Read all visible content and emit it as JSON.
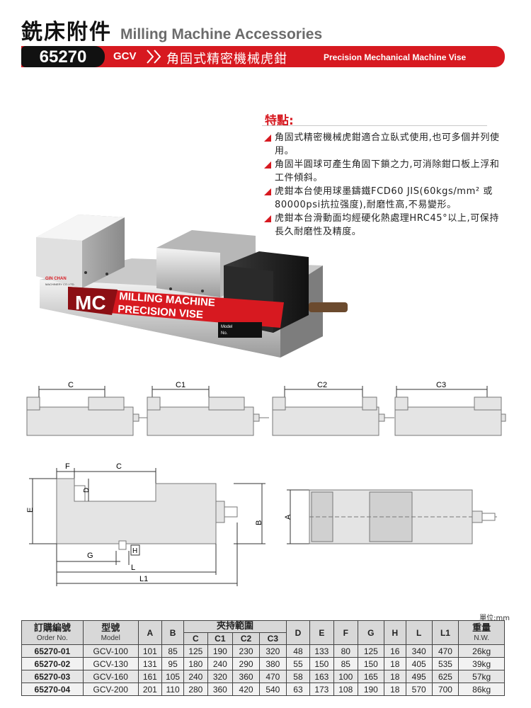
{
  "header": {
    "title_cn": "銑床附件",
    "title_en": "Milling Machine Accessories",
    "order_no": "65270",
    "series": "GCV",
    "product_cn": "角固式精密機械虎鉗",
    "product_en": "Precision Mechanical Machine Vise"
  },
  "colors": {
    "accent_red": "#d71920",
    "banner_black": "#111111",
    "header_gray": "#d8d8d8"
  },
  "features": {
    "title": "特點:",
    "items": [
      "角固式精密機械虎鉗適合立臥式使用,也可多個并列使用。",
      "角固半圓球可產生角固下鎖之力,可消除鉗口板上浮和工件傾斜。",
      "虎鉗本台使用球墨鑄鐵FCD60 JIS(60kgs/mm² 或80000psi抗拉强度),耐磨性高,不易變形。",
      "虎鉗本台滑動面均經硬化熱處理HRC45°以上,可保持長久耐磨性及精度。"
    ]
  },
  "photo": {
    "brand": "GIN CHAN",
    "brand_sub": "MACHINERY CO.,LTD.",
    "badge": "MC",
    "line1": "MILLING MACHINE",
    "line2": "PRECISION VISE",
    "plate_model": "Model",
    "plate_no": "No."
  },
  "diagrams": {
    "clamp_labels": [
      "C",
      "C1",
      "C2",
      "C3"
    ],
    "side_labels": {
      "F": "F",
      "C": "C",
      "D": "D",
      "E": "E",
      "G": "G",
      "H": "H",
      "L": "L",
      "L1": "L1",
      "B": "B"
    },
    "top_label": "A"
  },
  "table": {
    "unit": "單位:mm",
    "header": {
      "order_cn": "訂購編號",
      "order_en": "Order No.",
      "model_cn": "型號",
      "model_en": "Model",
      "clamp_cn": "夾持範圍",
      "weight_cn": "重量",
      "weight_en": "N.W.",
      "cols_ab": [
        "A",
        "B"
      ],
      "cols_clamp": [
        "C",
        "C1",
        "C2",
        "C3"
      ],
      "cols_rest": [
        "D",
        "E",
        "F",
        "G",
        "H",
        "L",
        "L1"
      ]
    },
    "rows": [
      [
        "65270-01",
        "GCV-100",
        "101",
        "85",
        "125",
        "190",
        "230",
        "320",
        "48",
        "133",
        "80",
        "125",
        "16",
        "340",
        "470",
        "26kg"
      ],
      [
        "65270-02",
        "GCV-130",
        "131",
        "95",
        "180",
        "240",
        "290",
        "380",
        "55",
        "150",
        "85",
        "150",
        "18",
        "405",
        "535",
        "39kg"
      ],
      [
        "65270-03",
        "GCV-160",
        "161",
        "105",
        "240",
        "320",
        "360",
        "470",
        "58",
        "163",
        "100",
        "165",
        "18",
        "495",
        "625",
        "57kg"
      ],
      [
        "65270-04",
        "GCV-200",
        "201",
        "110",
        "280",
        "360",
        "420",
        "540",
        "63",
        "173",
        "108",
        "190",
        "18",
        "570",
        "700",
        "86kg"
      ]
    ]
  }
}
